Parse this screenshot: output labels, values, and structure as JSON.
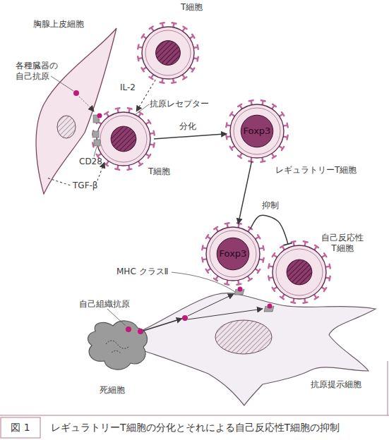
{
  "diagram": {
    "caption": "レギュラトリーT細胞の分化とそれによる自己反応性T細胞の抑制",
    "nodes": [
      {
        "text": [
          "胸腺上皮細胞"
        ]
      },
      {
        "text": [
          "T細胞"
        ]
      },
      {
        "text": [
          "T細胞"
        ]
      },
      {
        "text": [
          "Foxp3",
          "レギュラトリーT細胞"
        ]
      },
      {
        "text": [
          "Foxp3"
        ]
      },
      {
        "text": [
          "自己反応性 T細胞"
        ]
      },
      {
        "text": [
          "死細胞"
        ]
      },
      {
        "text": [
          "抗原提示細胞"
        ]
      }
    ],
    "edges": [
      {
        "from": 1,
        "to": 2,
        "arrow": "to",
        "label": "IL-2"
      },
      {
        "from": 0,
        "to": 2,
        "arrow": "to",
        "label": "TGF-β"
      },
      {
        "from": 2,
        "to": 3,
        "arrow": "to",
        "label": "分化"
      },
      {
        "from": 3,
        "to": 4,
        "arrow": "to"
      },
      {
        "from": 4,
        "to": 5,
        "arrow": "to",
        "label": "抑制"
      },
      {
        "from": 6,
        "to": 7,
        "arrow": "to"
      }
    ],
    "labels": [
      "各種臓器の 自己抗原",
      "抗原レセプター",
      "CD28",
      "MHC クラスⅡ",
      "自己組織抗原",
      "図 1"
    ]
  }
}
